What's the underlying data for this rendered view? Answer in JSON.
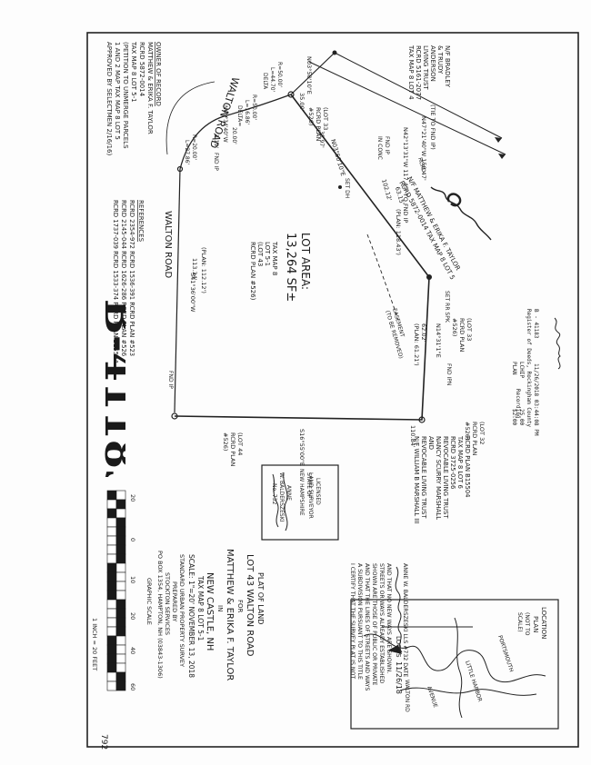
{
  "doc_number": "B-41183",
  "recording_stamp": {
    "line1": "B - 41183",
    "line2": "Register of Deeds, Rockingham County",
    "line3": "11/26/2018 03:44:08 PM",
    "line4": "LCHIP",
    "line5": "PLAN",
    "line6": "25.00",
    "line7": "Recording",
    "line8": "$2.00"
  },
  "owner_block": {
    "heading": "OWNER OF RECORD",
    "l1": "MATTHEW & ERIKA F. TAYLOR",
    "l2": "RCRD 5872-0014",
    "l3": "TAX MAP 8 LOT 5-1",
    "l4": "(PETITION TO UNMERGE PARCELS",
    "l5": "1 AND 2 MAP TAX MAP 8 LOT 5",
    "l6": "APPROVED BY SELECTMEN 2/16/16)"
  },
  "references": {
    "heading": "REFERENCES",
    "r1": "RCRD 2354-972  RCRD 1536-391 RCRD PLAN #523",
    "r2": "RCRD 2145-044  RCRD 1626-286 RCRD PLAN #526",
    "r3": "RCRD 1737-039  RCRD 1533-374 RCRD PLAN B15504"
  },
  "roads": {
    "north": "WALTON ROAD",
    "west": "WALTON ROAD"
  },
  "lot_area": {
    "l1": "LOT AREA:",
    "l2": "13,264 SF±",
    "l3": "TAX MAP 8",
    "l4": "LOT 5-1",
    "l5": "(LOT 43",
    "l6": "RCRD PLAN #526)"
  },
  "bearings": {
    "b_north_top": "N03°50'10\"E",
    "b_north_dist": "35.00'",
    "b_tie_top": "(TIE TO FND IP)",
    "b_tie1": "N47°21'40\"W 158.47'",
    "b_tie2": "N42°13'31\"W 117.45' TO FND IP",
    "b_tie2_plan": "(PLAN: 118.43')",
    "b_mid": "N03°50'10\"E",
    "b_mid_dist": "102.12'",
    "b_mid2": "63.15'",
    "b_east": "N14°31'1\"E",
    "b_east_dist": "62.02'",
    "b_east_plan": "(PLAN: 61.21')",
    "b_south": "S16°55'00\"E",
    "b_south_dist": "110.84'",
    "b_west": "S41°36'00\"W",
    "b_west_dist": "113.34'",
    "b_west_plan": "(PLAN: 112.12')",
    "c_r1": "R=50.00'",
    "c_l1": "L=44.70'",
    "c_d1": "DELTA",
    "c_r2": "R=50.00'",
    "c_l2": "L=16.86'",
    "c_d2": "DELTA=",
    "c_r3": "R=20.00'",
    "c_l3": "L=27.86'",
    "b_n66": "N66°34'40\"W",
    "d20": "20.00'",
    "d3897": "38.97'",
    "d219": "2.19'"
  },
  "monuments": {
    "fnd_ip_dh": "FND IP",
    "in_conc": "IN CONC",
    "set_dh": "SET DH",
    "set_rr": "SET RR SPK",
    "fnd_ipn": "FND IPN",
    "fnd_ip1": "FND IP",
    "fnd_ip2": "FND IP",
    "rcrd": "RCRD",
    "easement": "EASEMENT",
    "easement2": "(TO BE REMOVED)"
  },
  "lots": {
    "lot33_l1": "(LOT 33",
    "lot33_l2": "RCRD PLAN",
    "lot33_l3": "#526)",
    "lot33b_l1": "(LOT 33",
    "lot33b_l2": "RCRD PLAN",
    "lot33b_l3": "#526)",
    "lot44_l1": "(LOT 44",
    "lot44_l2": "RCRD PLAN",
    "lot44_l3": "#526)",
    "lot32_l1": "(LOT 32",
    "lot32_l2": "RCRD PLAN",
    "lot32_l3": "#526)"
  },
  "abutters": {
    "anderson_l1": "N/F BRADLEY",
    "anderson_l2": "& TRUDY",
    "anderson_l3": "ANDERSON",
    "anderson_l4": "LIVING TRUST",
    "anderson_l5": "RCRD 5161-2077",
    "anderson_l6": "TAX MAP 8 LOT 4",
    "taylor_l1": "N/F MATTHEW & ERIKA F. TAYLOR",
    "taylor_l2": "RCRD 5872-0014  TAX MAP 8 LOT 5",
    "marshall_l1": "N/F WILLIAM B MARSHALL III",
    "marshall_l2": "REVOCABLE LIVING TRUST",
    "marshall_l3": "AND",
    "marshall_l4": "NANCY SCURRY MARSHALL",
    "marshall_l5": "REVOCABLE LIVING TRUST",
    "marshall_l6": "RCRD 3725-0256",
    "marshall_l7": "TAX MAP 8 LOT 6",
    "marshall_l8": "RCRD PLAN B15504"
  },
  "title_block": {
    "l1": "PLAT OF LAND",
    "l2": "LOT 43 WALTON ROAD",
    "l3": "FOR",
    "l4": "MATTHEW & ERIKA F. TAYLOR",
    "l5": "IN",
    "l6": "NEW CASTLE, NH",
    "l7": "TAX MAP 8 LOT 5-1",
    "l8": "SCALE: 1\"=20'    NOVEMBER 13, 2018",
    "l9": "STANDARD URBAN PROPERTY SURVEY",
    "l10": "PREPARED BY",
    "l11": "STOCKTON SERVICES",
    "l12": "PO BOX 1354, HAMPTON, NH (03843-1306)"
  },
  "seal": {
    "l1": "STATE OF",
    "l2": "NEW HAMPSHIRE",
    "l3": "ANNE",
    "l4": "W. BALDERSZESKI",
    "l5": "No. 732",
    "l6": "LICENSED",
    "l7": "LAND SURVEYOR"
  },
  "certification": {
    "l1": "I CERTIFY THAT THE SURVEY PLAT IS NOT",
    "l2": "A SUBDIVISION PURSUANT TO THIS TITLE",
    "l3": "AND THAT THE LINES OF STREETS AND WAYS",
    "l4": "SHOWN ARE THOSE OF PUBLIC OR PRIVATE",
    "l5": "STREETS OR WAYS ALREADY ESTABLISHED",
    "l6": "AND THAT NO NEW WAYS ARE SHOWN.",
    "l7": "ANNE W. BALDERSZESKI  LLS #732  DATE",
    "date": "11/26/18"
  },
  "location_plan": {
    "l1": "LOCATION",
    "l2": "PLAN",
    "l3": "(NOT TO",
    "l4": "SCALE)",
    "portsmouth": "PORTSMOUTH",
    "little_harbor": "LITTLE HARBOR",
    "walton_rd": "WALTON RD",
    "locus": "LOCUS",
    "avenue": "AVENUE"
  },
  "graphic_scale": {
    "t0": "20",
    "t1": "0",
    "t2": "10",
    "t3": "20",
    "t4": "40",
    "t5": "60",
    "caption": "GRAPHIC SCALE",
    "ratio": "1 INCH = 20 FEET"
  },
  "page_number": "792"
}
